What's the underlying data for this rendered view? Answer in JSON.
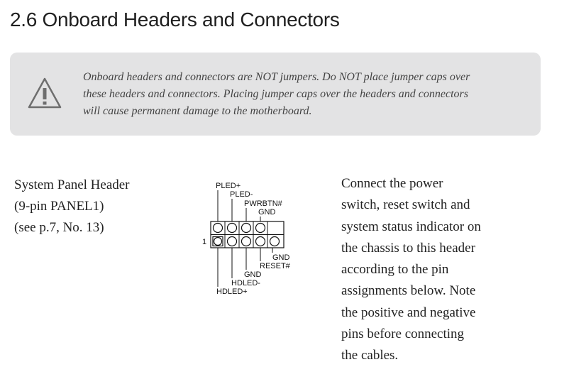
{
  "section": {
    "title": "2.6 Onboard Headers and Connectors"
  },
  "caution": {
    "icon": "warning-triangle-icon",
    "lines": [
      "Onboard headers and connectors are NOT jumpers. Do NOT place jumper caps over",
      "these headers and connectors. Placing jumper caps over the headers and connectors",
      "will cause permanent damage to the motherboard."
    ]
  },
  "panel_header": {
    "name": "System Panel Header",
    "pins": "(9-pin PANEL1)",
    "reference": "(see p.7, No. 13)"
  },
  "pin_diagram": {
    "top_labels": [
      "PLED+",
      "PLED-",
      "PWRBTN#",
      "GND"
    ],
    "bottom_labels": [
      "GND",
      "RESET#",
      "GND",
      "HDLED-",
      "HDLED+"
    ],
    "pin1_label": "1"
  },
  "description": {
    "lines": [
      "Connect the power",
      "switch, reset switch and",
      "system status indicator on",
      "the chassis to this header",
      "according to the pin",
      "assignments below. Note",
      "the positive and negative",
      "pins before connecting",
      "the cables."
    ]
  }
}
